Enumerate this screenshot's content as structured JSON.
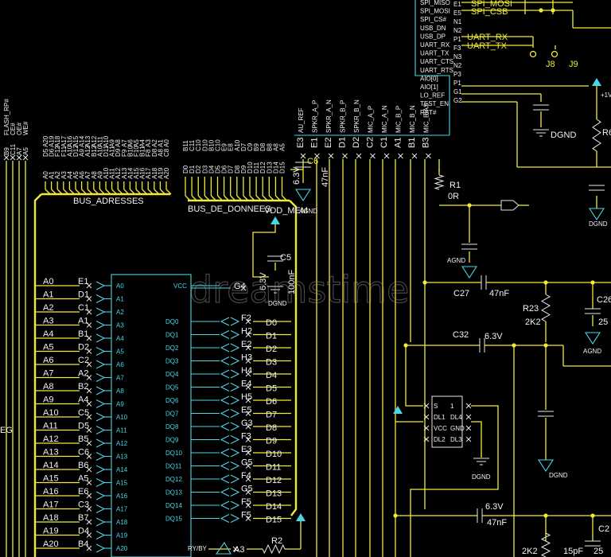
{
  "watermark": "dreamstime",
  "top_labels": [
    "SPI_MISO",
    "SPI_MOSI",
    "SPI_CS#",
    "USB_DN",
    "USB_DP",
    "UART_RX",
    "UART_TX",
    "UART_CTS",
    "UART_RTS",
    "AIO[0]",
    "AIO[1]",
    "LO_REF",
    "TEST_EN",
    "RST#"
  ],
  "top_pins": [
    "E1",
    "E5",
    "N1",
    "N2",
    "P1",
    "F3",
    "N3",
    "N2",
    "P3",
    "P1",
    "G1",
    "G2"
  ],
  "spi_nets": [
    "SPI_MOSI",
    "SPI_CSB"
  ],
  "uart_nets": [
    "UART_RX",
    "UART_TX"
  ],
  "jumpers": [
    "J8",
    "J9"
  ],
  "left_col_labels": [
    "FLASH_RP#",
    "CE#",
    "OE#",
    "WE#"
  ],
  "left_col_pins": [
    "B9",
    "C11",
    "A7",
    "A5"
  ],
  "addr_labels": [
    "A20",
    "A19",
    "A18",
    "A17",
    "A16",
    "A15",
    "A14",
    "A13",
    "A12",
    "A11",
    "A10",
    "A9",
    "A8",
    "A7",
    "A6",
    "A5",
    "A4",
    "A3",
    "A2",
    "A1",
    "A0"
  ],
  "addr_pins": [
    "D5",
    "D6",
    "F12",
    "F11",
    "A10",
    "D12",
    "A9",
    "A12",
    "B12",
    "A10",
    "D11",
    "A11",
    "D9",
    "F9",
    "B10",
    "F10",
    "B11",
    "F8",
    "D8",
    "A8",
    "C8"
  ],
  "data_labels": [
    "D0",
    "D1",
    "D2",
    "D3",
    "D4",
    "D5",
    "D6",
    "D7",
    "D8",
    "D9",
    "D10",
    "D11",
    "D12",
    "D13",
    "D14",
    "D15"
  ],
  "data_pins": [
    "B11",
    "C11",
    "C10",
    "D10",
    "B10",
    "C10",
    "E9",
    "E8",
    "A10",
    "D7",
    "C9",
    "B9",
    "D8",
    "B8",
    "A8",
    "A5"
  ],
  "mid_top_labels": [
    "AU_REF",
    "SPKR_A_P",
    "SPKR_A_N",
    "SPKR_B_P",
    "SPKR_B_N",
    "MIC_A_P",
    "MIC_A_N",
    "MIC_B_P",
    "MIC_B_N",
    "MIC_BIAS"
  ],
  "mid_top_pins": [
    "E3",
    "E1",
    "E2",
    "D1",
    "D2",
    "C2",
    "C1",
    "A1",
    "B1",
    "B3"
  ],
  "bus_addr_name": "BUS_ADRESSES",
  "bus_data_name": "BUS_DE_DONNEES",
  "vdd_mem": "VDD_MEM",
  "agnd": "AGND",
  "dgnd": "DGND",
  "left_net_list": [
    "A0",
    "A1",
    "A2",
    "A3",
    "A4",
    "A5",
    "A6",
    "A7",
    "A8",
    "A9",
    "A10",
    "A11",
    "A12",
    "A13",
    "A14",
    "A15",
    "A16",
    "A17",
    "A18",
    "A19",
    "A20"
  ],
  "left_pin_list": [
    "E1",
    "D1",
    "C1",
    "A1",
    "B1",
    "D2",
    "C2",
    "A2",
    "B2",
    "A4",
    "C5",
    "D5",
    "B5",
    "C6",
    "B6",
    "A5",
    "E6",
    "C3",
    "B7",
    "D4",
    "B4"
  ],
  "chip_left_pins": [
    "A0",
    "A1",
    "A2",
    "A3",
    "A4",
    "A5",
    "A6",
    "A7",
    "A8",
    "A9",
    "A10",
    "A11",
    "A12",
    "A13",
    "A14",
    "A15",
    "A16",
    "A17",
    "A18",
    "A19",
    "A20"
  ],
  "chip_right_pins": [
    "VCC",
    "DQ0",
    "DQ1",
    "DQ2",
    "DQ3",
    "DQ4",
    "DQ5",
    "DQ6",
    "DQ7",
    "DQ8",
    "DQ9",
    "DQ10",
    "DQ11",
    "DQ12",
    "DQ13",
    "DQ14",
    "DQ15"
  ],
  "chip_bottom_pin": "RY/BY",
  "chip_vcc_pin": "G4",
  "right_pin_list": [
    "F2",
    "H2",
    "E2",
    "H3",
    "H4",
    "E4",
    "H5",
    "E5",
    "G3",
    "F3",
    "E3",
    "G5",
    "F4",
    "G5",
    "F5",
    "F5"
  ],
  "right_net_list": [
    "D0",
    "D1",
    "D2",
    "D3",
    "D4",
    "D5",
    "D6",
    "D7",
    "D8",
    "D9",
    "D10",
    "D11",
    "D12",
    "D13",
    "D14",
    "D15"
  ],
  "rybsy_pin": "A3",
  "left_cut_label": "EG",
  "components": {
    "c6": {
      "name": "C6",
      "value": "6.3V",
      "value2": "47nF"
    },
    "c5": {
      "name": "C5",
      "value": "6.3V",
      "value2": "100nF"
    },
    "r1": {
      "name": "R1",
      "value": "0R"
    },
    "r2": {
      "name": "R2"
    },
    "c27": {
      "name": "C27",
      "value": "47nF"
    },
    "c32": {
      "name": "C32",
      "value": "6.3V"
    },
    "r23": {
      "name": "R23",
      "value": "2K2"
    },
    "c26": {
      "name": "C26",
      "value": "25"
    },
    "r6": {
      "name": "R6"
    },
    "c_bottom": {
      "value": "6.3V",
      "value2": "47nF"
    },
    "bottom_labels": [
      "2K2",
      "15pF",
      "25"
    ],
    "c2x": {
      "name": "C2"
    },
    "plus1v": "+1V"
  },
  "ic_small": {
    "pins_left": [
      "S",
      "DL1",
      "VCC",
      "DL2"
    ],
    "pins_right": [
      "1",
      "DL4",
      "GND",
      "DL3"
    ]
  }
}
